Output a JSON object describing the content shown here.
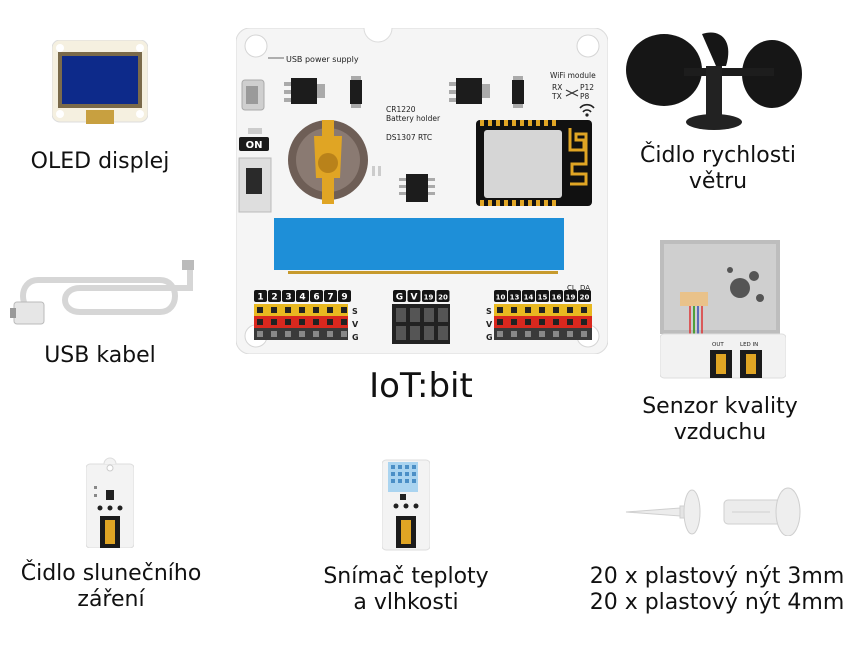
{
  "components": {
    "oled": {
      "label": "OLED displej"
    },
    "usb": {
      "label": "USB kabel"
    },
    "wind": {
      "label_line1": "Čidlo rychlosti",
      "label_line2": "větru"
    },
    "air": {
      "label_line1": "Senzor kvality",
      "label_line2": "vzduchu"
    },
    "sun": {
      "label_line1": "Čidlo slunečního",
      "label_line2": "záření"
    },
    "temp": {
      "label_line1": "Snímač teploty",
      "label_line2": "a vlhkosti"
    },
    "rivets": {
      "label_line1": "20 x plastový nýt 3mm",
      "label_line2": "20 x plastový nýt 4mm"
    }
  },
  "board": {
    "title": "IoT:bit",
    "usb_power": "USB power supply",
    "battery_l1": "CR1220",
    "battery_l2": "Battery holder",
    "rtc": "DS1307 RTC",
    "on_label": "ON",
    "wifi_module": "WiFi module",
    "rx": "RX",
    "tx": "TX",
    "p12": "P12",
    "p8": "P8",
    "cl": "CL",
    "da": "DA",
    "row_s": "S",
    "row_v": "V",
    "row_g": "G",
    "left_pins": [
      "1",
      "2",
      "3",
      "4",
      "6",
      "7",
      "9"
    ],
    "mid_pins": [
      "G",
      "V",
      "19",
      "20"
    ],
    "right_pins": [
      "10",
      "13",
      "14",
      "15",
      "16",
      "19",
      "20"
    ]
  },
  "sensor_board": {
    "out": "OUT",
    "led_in": "LED IN"
  },
  "colors": {
    "pin_s": "#e8b820",
    "pin_v": "#d9281e",
    "pin_g": "#3a3a3a",
    "blue_slot": "#1e8fd8",
    "gold": "#d8a322",
    "white_pcb": "#f4f4f4"
  }
}
